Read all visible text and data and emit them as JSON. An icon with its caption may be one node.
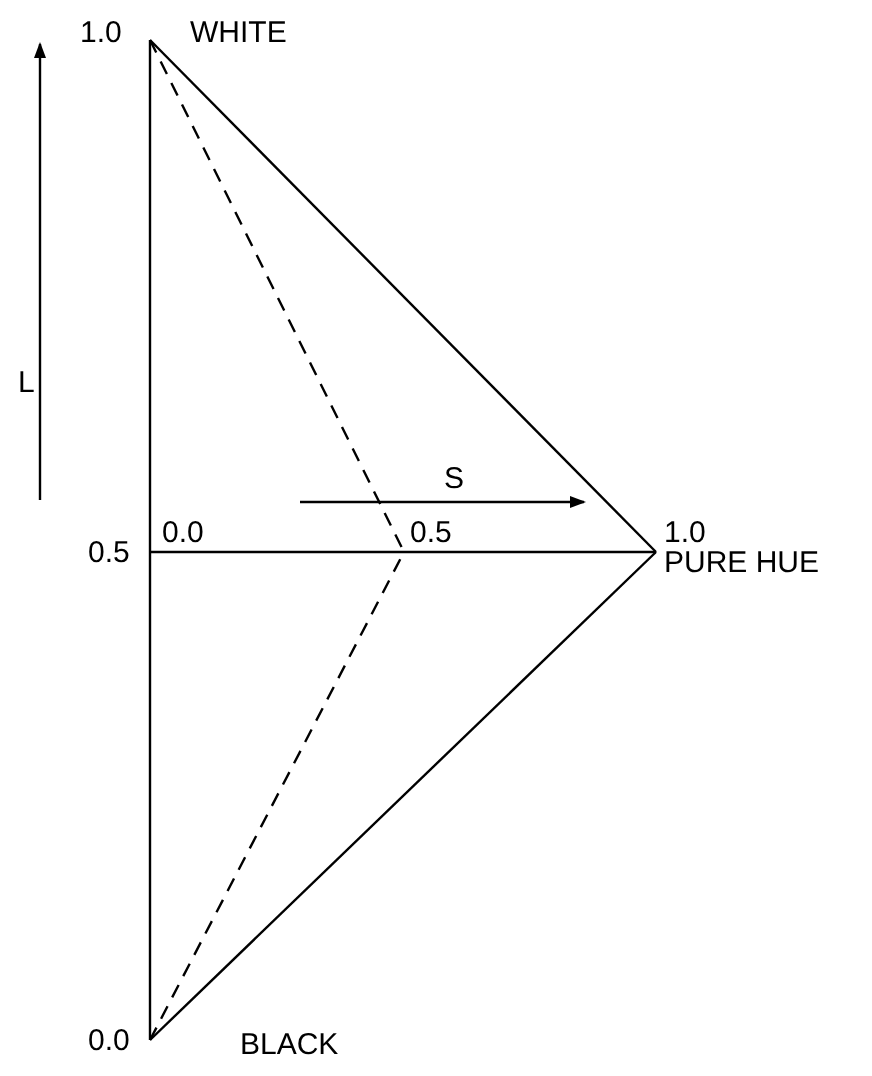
{
  "diagram": {
    "labels": [
      "1.0",
      "WHITE",
      "L",
      "S",
      "0.0",
      "0.5",
      "0.5",
      "1.0",
      "PURE HUE",
      "0.0",
      "BLACK"
    ]
  }
}
